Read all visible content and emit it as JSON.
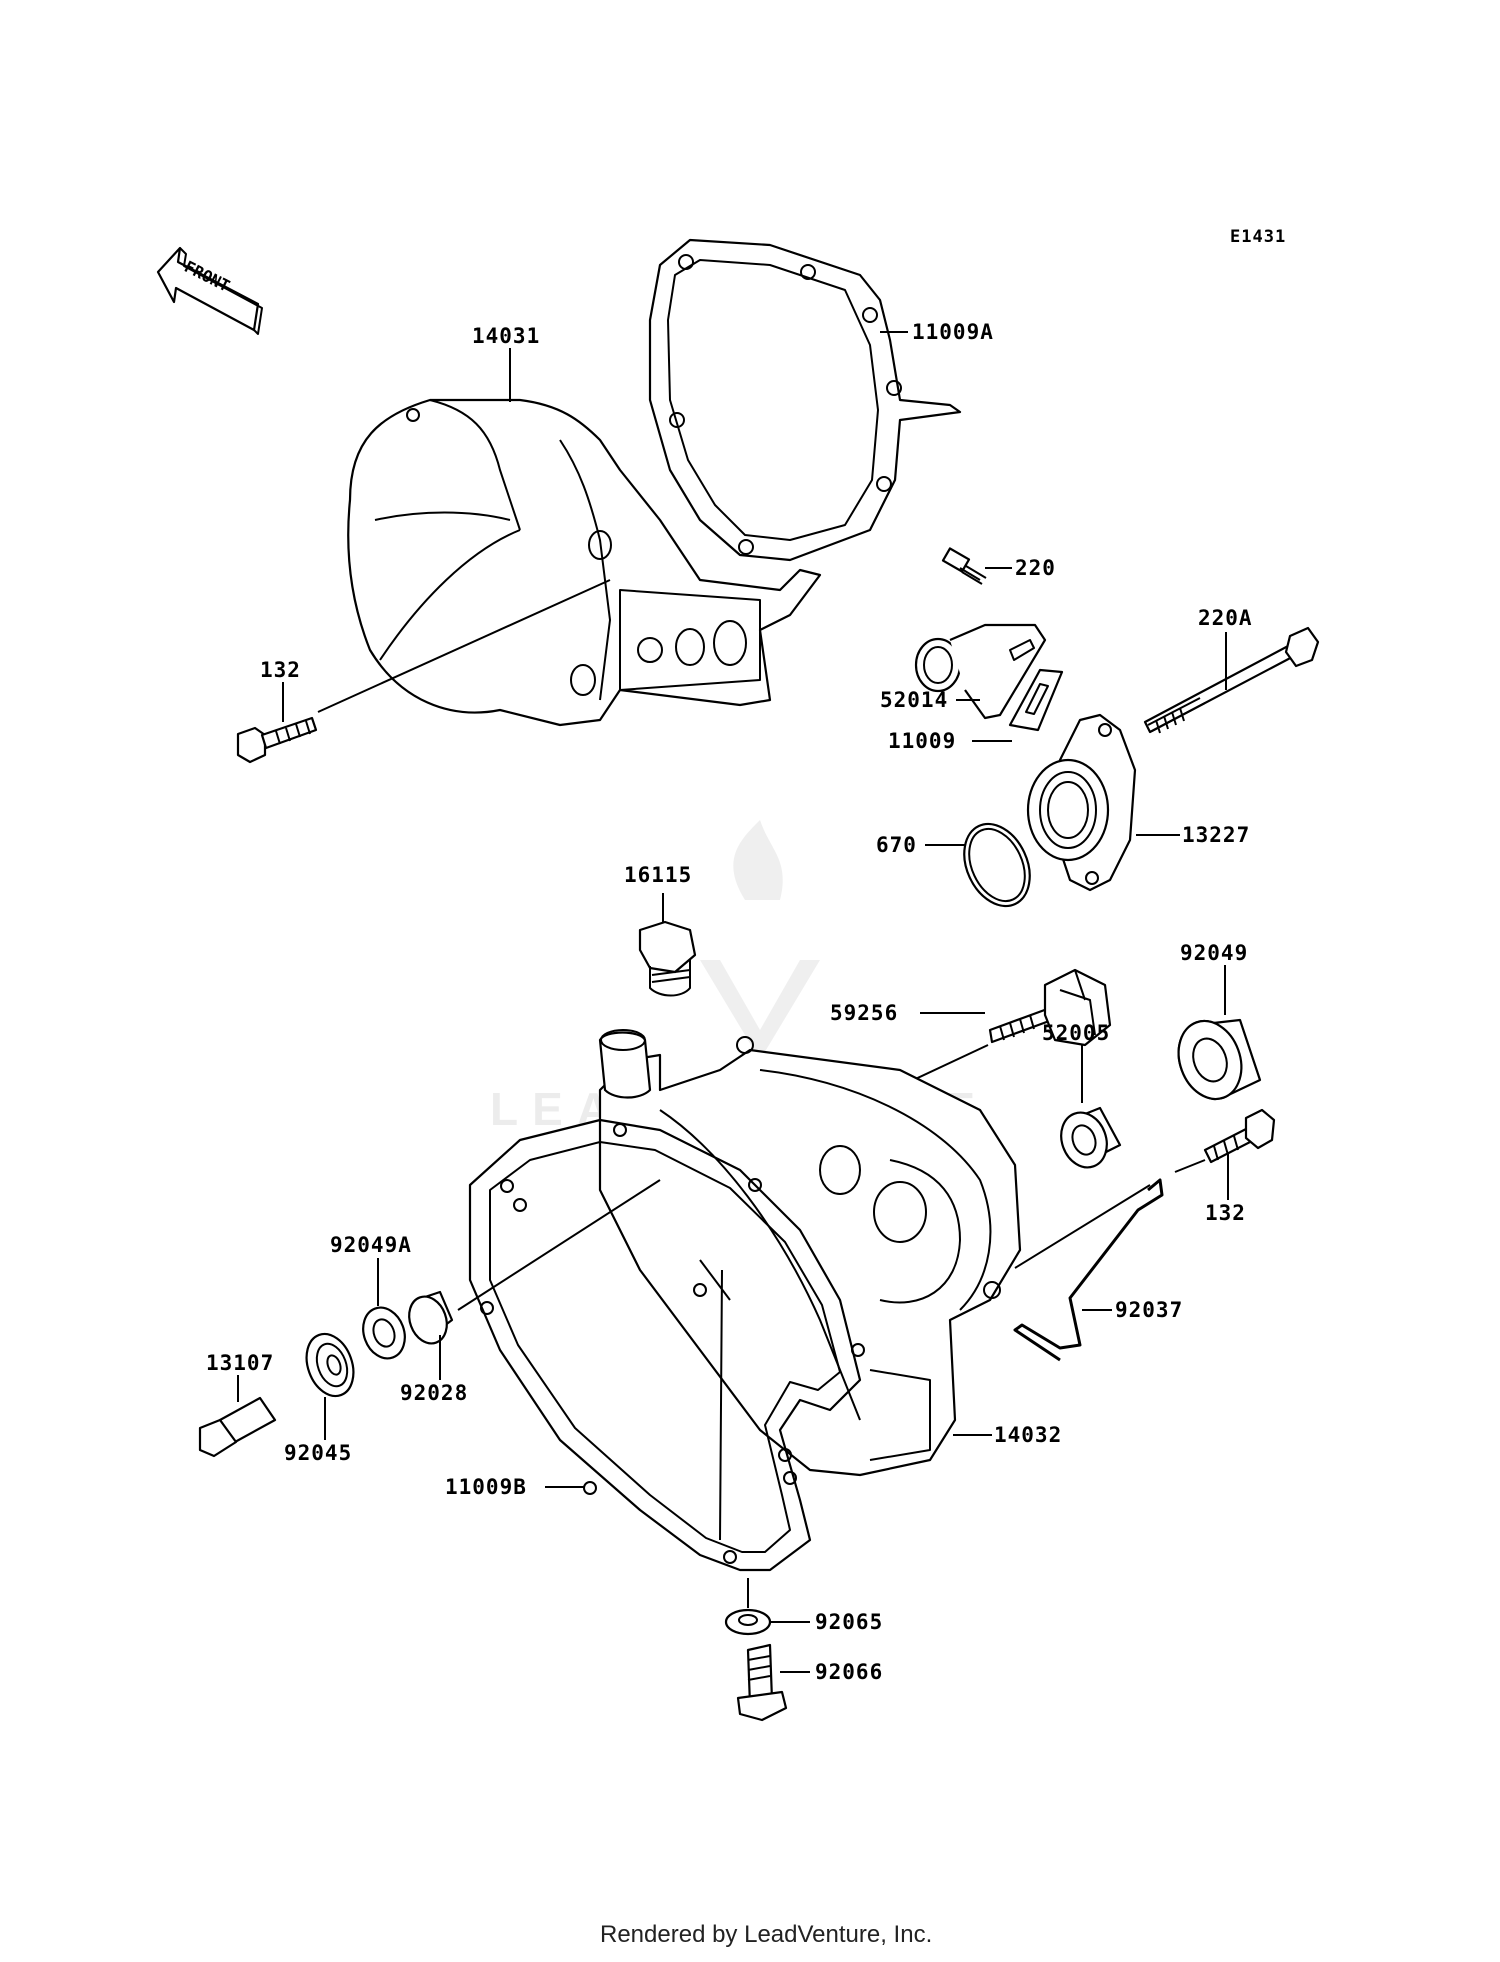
{
  "figure_id": "E1431",
  "front_label": "FRONT",
  "footer": "Rendered by LeadVenture, Inc.",
  "watermark": "LEADVENTURE",
  "parts": {
    "p14031": "14031",
    "p11009a": "11009A",
    "p220": "220",
    "p220a": "220A",
    "p132_top": "132",
    "p52014": "52014",
    "p11009": "11009",
    "p670": "670",
    "p13227": "13227",
    "p16115": "16115",
    "p59256": "59256",
    "p92049": "92049",
    "p52005": "52005",
    "p132_mid": "132",
    "p92049a": "92049A",
    "p13107": "13107",
    "p92028": "92028",
    "p92045": "92045",
    "p92037": "92037",
    "p14032": "14032",
    "p11009b": "11009B",
    "p92065": "92065",
    "p92066": "92066"
  }
}
